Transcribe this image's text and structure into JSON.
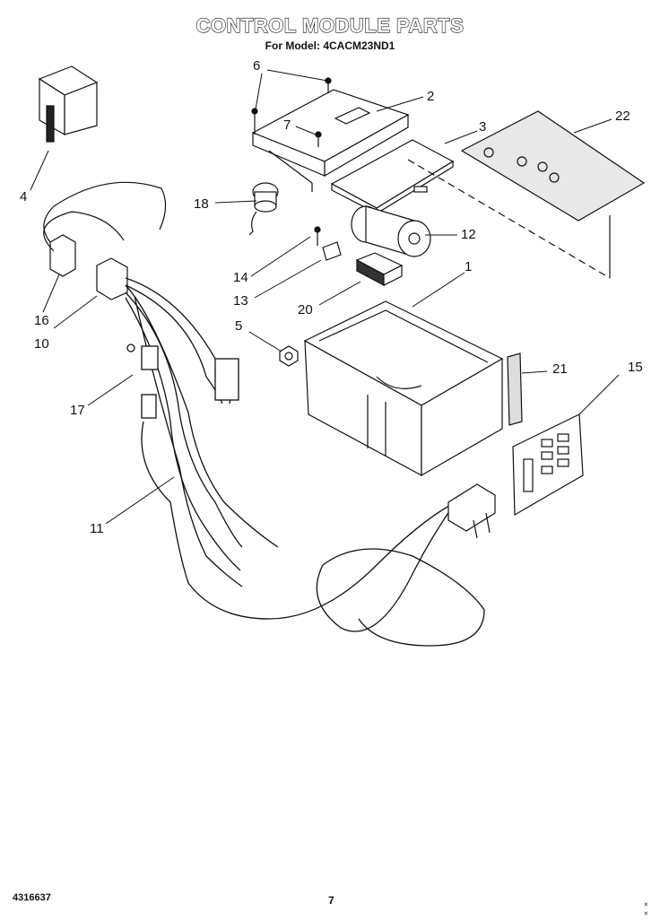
{
  "header": {
    "title": "CONTROL MODULE PARTS",
    "subtitle": "For Model: 4CACM23ND1"
  },
  "callouts": [
    "6",
    "2",
    "7",
    "3",
    "22",
    "4",
    "18",
    "12",
    "14",
    "1",
    "13",
    "20",
    "16",
    "10",
    "5",
    "21",
    "15",
    "17",
    "11"
  ],
  "footer": {
    "doc_number": "4316637",
    "page_number": "7",
    "mark_top": "×",
    "mark_bottom": "×"
  }
}
